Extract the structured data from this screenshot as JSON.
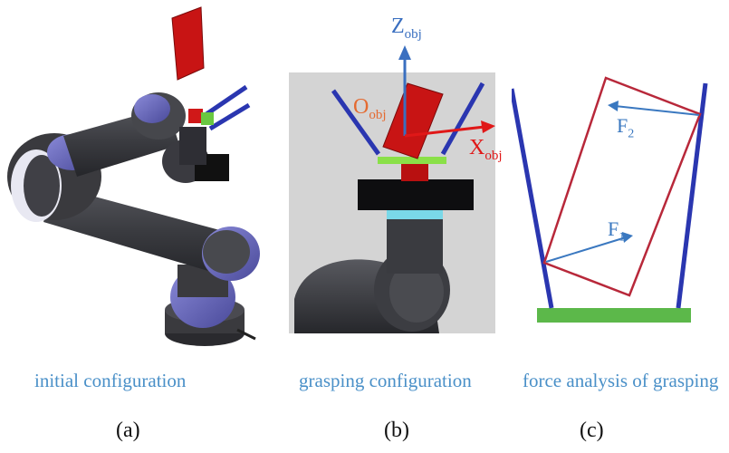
{
  "figure": {
    "panels": [
      {
        "id": "a",
        "label": "(a)",
        "caption": "initial configuration"
      },
      {
        "id": "b",
        "label": "(b)",
        "caption": "grasping configuration"
      },
      {
        "id": "c",
        "label": "(c)",
        "caption": "force analysis of grasping"
      }
    ],
    "panel_b": {
      "z_label_main": "Z",
      "z_label_sub": "obj",
      "x_label_main": "X",
      "x_label_sub": "obj",
      "o_label_main": "O",
      "o_label_sub": "obj"
    },
    "panel_c": {
      "f1_main": "F",
      "f1_sub": "1",
      "f2_main": "F",
      "f2_sub": "2"
    }
  },
  "colors": {
    "robot_dark": "#3a3a3e",
    "robot_joint": "#6a6ab8",
    "object_red": "#c81414",
    "finger_blue": "#2a36b0",
    "z_axis_blue": "#3a6fc0",
    "x_axis_red": "#e01818",
    "o_label_orange": "#e46a30",
    "ground_green": "#5cb84a",
    "box_red": "#b8283a",
    "force_blue": "#3a78c0",
    "caption_blue": "#4a90c8"
  }
}
